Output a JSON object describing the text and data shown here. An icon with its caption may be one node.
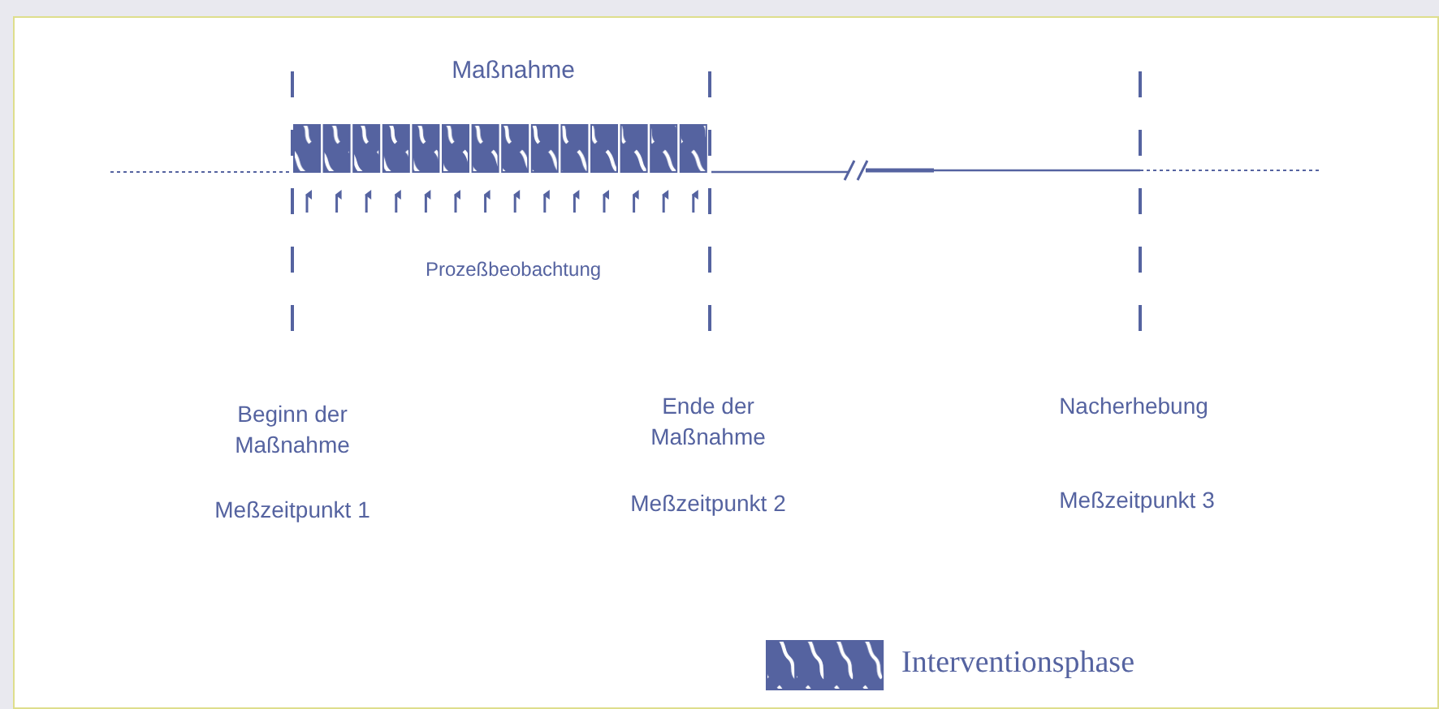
{
  "diagram": {
    "labels": [
      "Maßnahme",
      "Prozeßbeobachtung",
      "Beginn der Maßnahme",
      "Ende der Maßnahme",
      "Nacherhebung",
      "Meßzeitpunkt 1",
      "Meßzeitpunkt 2",
      "Meßzeitpunkt 3"
    ],
    "legend": [
      {
        "text": "Interventionsphase"
      }
    ]
  }
}
